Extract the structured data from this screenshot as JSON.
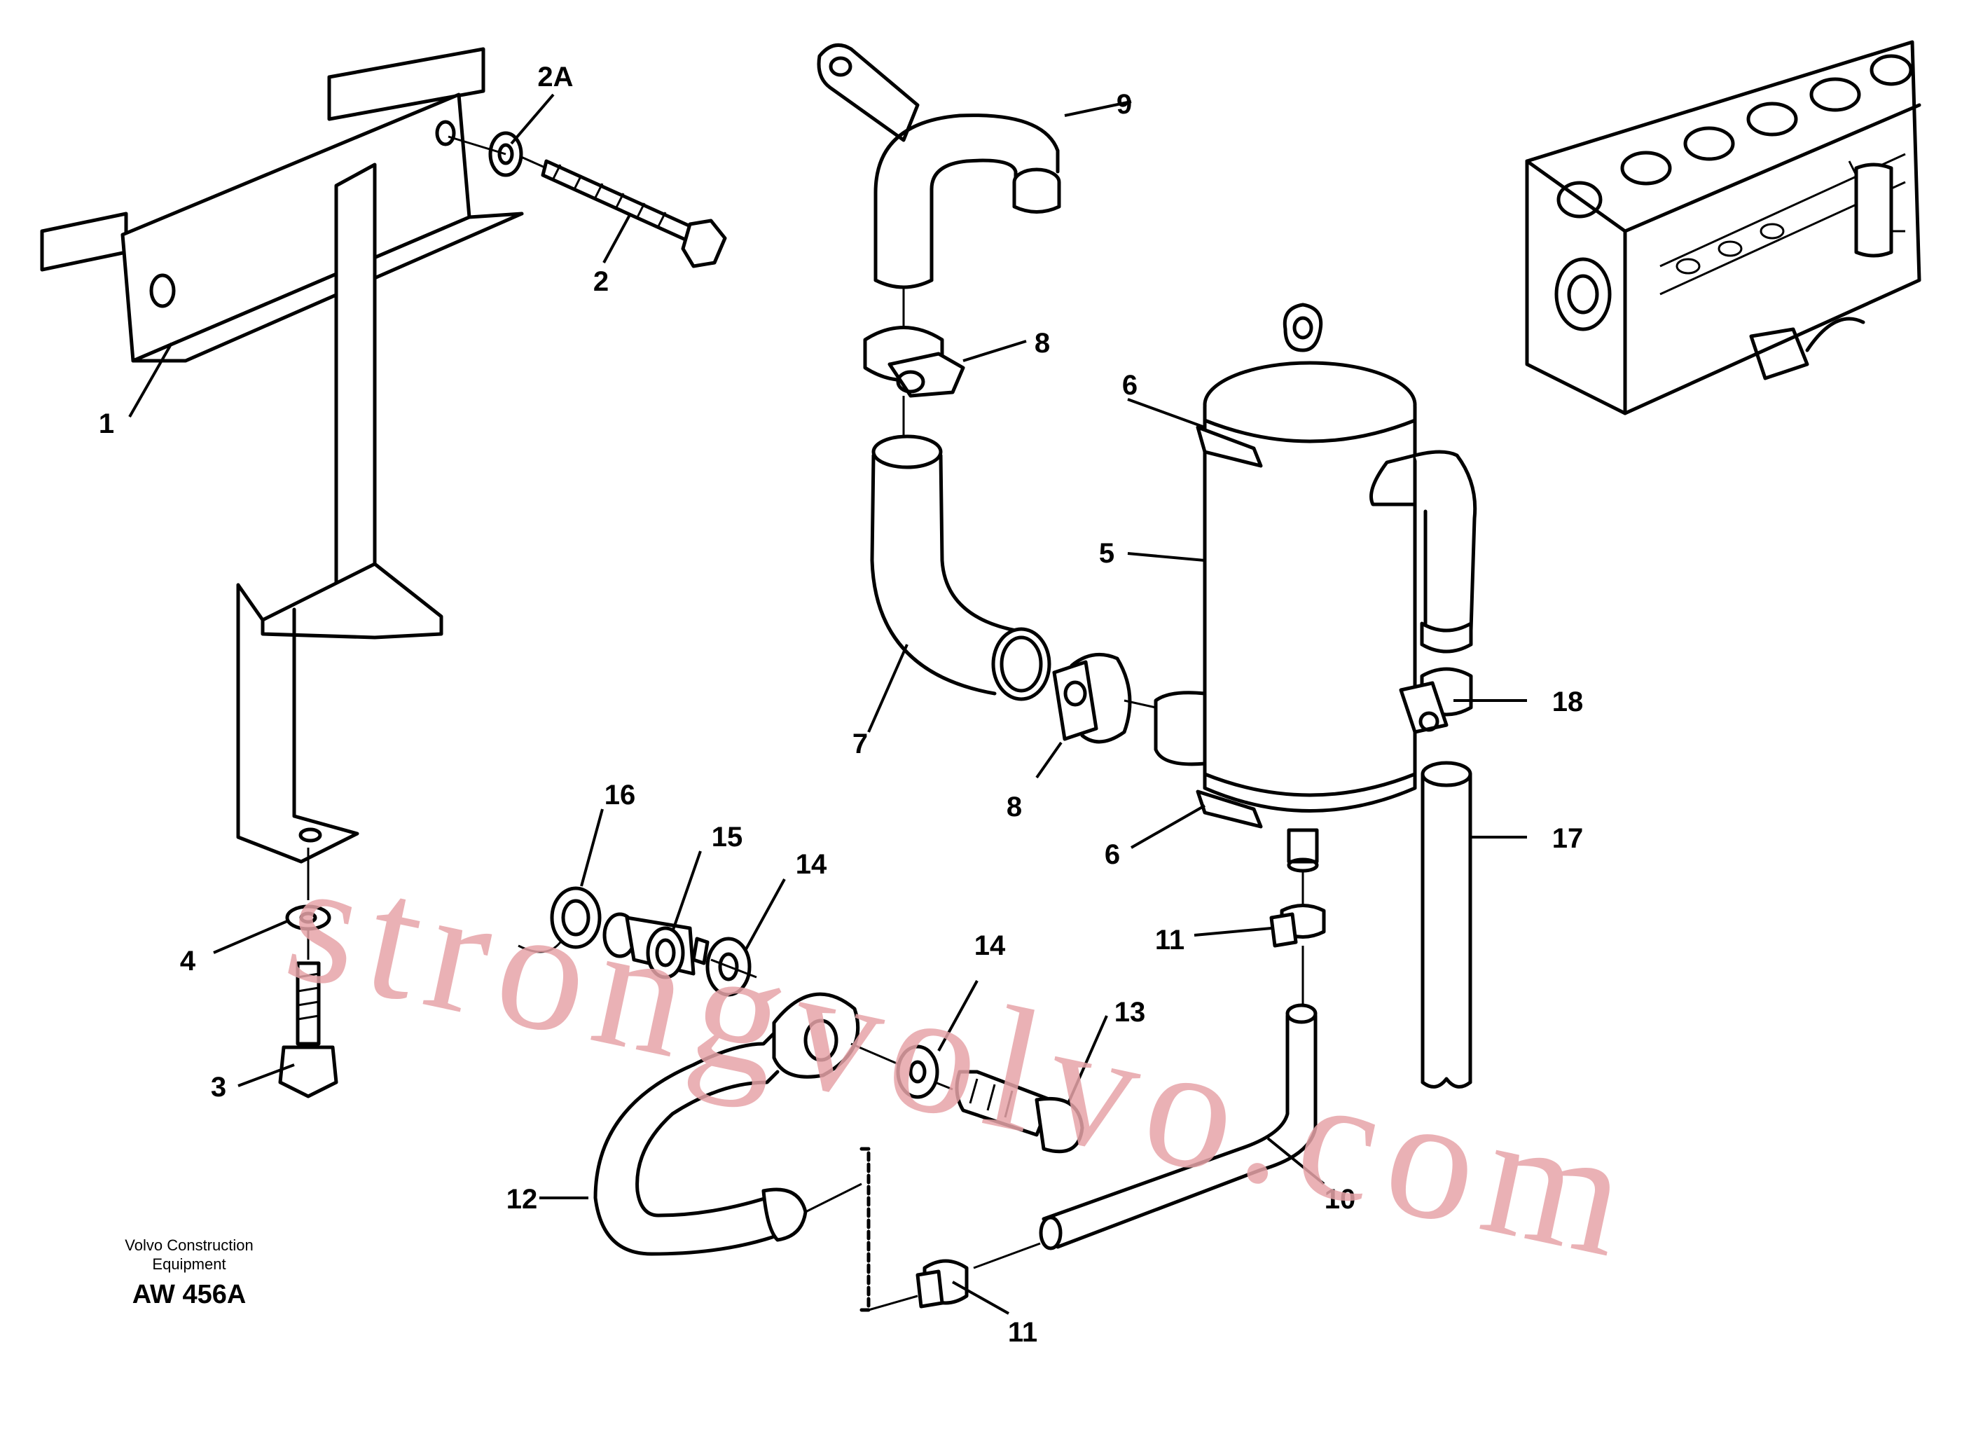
{
  "callouts": {
    "c1": "1",
    "c2": "2",
    "c2A": "2A",
    "c3": "3",
    "c4": "4",
    "c5": "5",
    "c6a": "6",
    "c6b": "6",
    "c7": "7",
    "c8a": "8",
    "c8b": "8",
    "c9": "9",
    "c10": "10",
    "c11a": "11",
    "c11b": "11",
    "c12": "12",
    "c13": "13",
    "c14a": "14",
    "c14b": "14",
    "c15": "15",
    "c16": "16",
    "c17": "17",
    "c18": "18"
  },
  "caption": {
    "line1": "Volvo Construction",
    "line2": "Equipment",
    "code": "AW 456A"
  },
  "watermark": "strongvolvo.com",
  "colors": {
    "line": "#000000",
    "watermark": "#e6a3a8",
    "background": "#ffffff"
  }
}
